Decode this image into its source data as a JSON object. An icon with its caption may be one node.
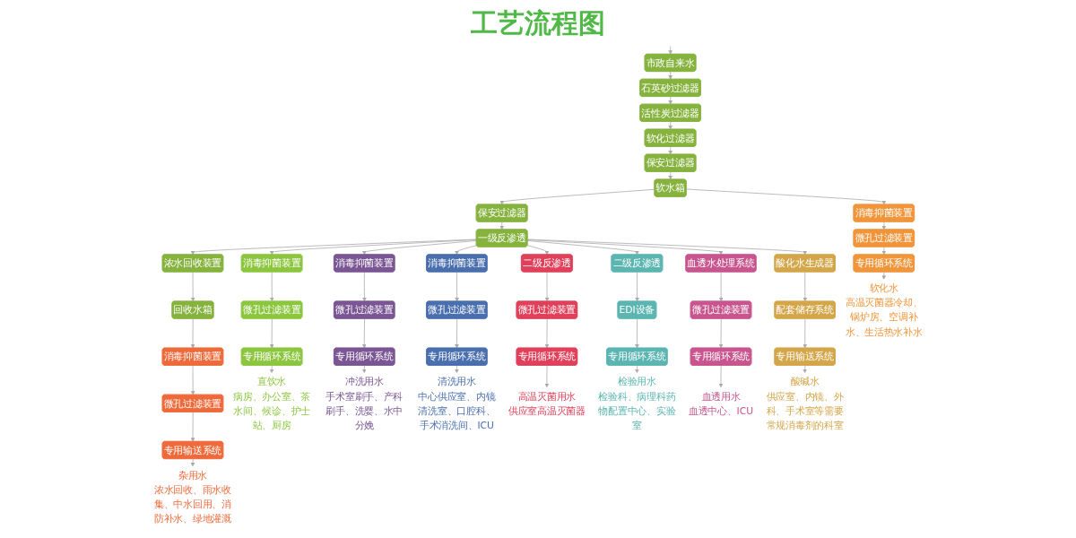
{
  "diagram": {
    "title": "工艺流程图",
    "nodes": [
      {
        "text": [
          "保安过滤器"
        ]
      },
      {
        "text": [
          "软化过滤器"
        ]
      },
      {
        "text": [
          "活性炭过滤器"
        ]
      },
      {
        "text": [
          "石英砂过滤器"
        ]
      },
      {
        "text": [
          "市政自来水"
        ]
      },
      {
        "text": [
          "软水箱"
        ]
      },
      {
        "text": [
          "保安过滤器"
        ]
      },
      {
        "text": [
          "一级反渗透"
        ]
      },
      {
        "text": [
          "浓水回收装置"
        ]
      },
      {
        "text": [
          "回收水箱"
        ]
      },
      {
        "text": [
          "消毒抑菌装置"
        ]
      },
      {
        "text": [
          "微孔过滤装置"
        ]
      },
      {
        "text": [
          "专用循环系统"
        ]
      },
      {
        "text": [
          "软化水",
          "高温灭菌器冷却、锅炉房、空调补水、生活热水补水"
        ]
      },
      {
        "text": [
          "消毒抑菌装置"
        ]
      },
      {
        "text": [
          "微孔过滤装置"
        ]
      },
      {
        "text": [
          "专用循环系统"
        ]
      },
      {
        "text": [
          "直饮水",
          "病房、办公室、茶水间、候诊、护士站、厨房"
        ]
      },
      {
        "text": [
          "消毒抑菌装置"
        ]
      },
      {
        "text": [
          "微孔过滤装置"
        ]
      },
      {
        "text": [
          "专用循环系统"
        ]
      },
      {
        "text": [
          "冲洗用水",
          "手术室刷手、产科刷手、洗婴、水中分娩"
        ]
      },
      {
        "text": [
          "消毒抑菌装置"
        ]
      },
      {
        "text": [
          "微孔过滤装置"
        ]
      },
      {
        "text": [
          "专用循环系统"
        ]
      },
      {
        "text": [
          "清洗用水",
          "中心供应室、内镜清洗室、口腔科、手术消洗间、ICU"
        ]
      },
      {
        "text": [
          "二级反渗透"
        ]
      },
      {
        "text": [
          "微孔过滤装置"
        ]
      },
      {
        "text": [
          "专用循环系统"
        ]
      },
      {
        "text": [
          "高温灭菌用水",
          "供应室高温灭菌器"
        ]
      },
      {
        "text": [
          "二级反渗透"
        ]
      },
      {
        "text": [
          "EDI设备"
        ]
      },
      {
        "text": [
          "专用循环系统"
        ]
      },
      {
        "text": [
          "检验用水",
          "检验科、病理科药物配置中心、实验室"
        ]
      },
      {
        "text": [
          "血透水处理系统"
        ]
      },
      {
        "text": [
          "微孔过滤装置"
        ]
      },
      {
        "text": [
          "专用循环系统"
        ]
      },
      {
        "text": [
          "血透用水",
          "血透中心、ICU"
        ]
      },
      {
        "text": [
          "酸化水生成器"
        ]
      },
      {
        "text": [
          "配套储存系统"
        ]
      },
      {
        "text": [
          "专用输送系统"
        ]
      },
      {
        "text": [
          "酸碱水",
          "供应室、内镜、外科、手术室等需要常规消毒剂的科室"
        ]
      },
      {
        "text": [
          "消毒抑菌装置"
        ]
      },
      {
        "text": [
          "微孔过滤装置"
        ]
      },
      {
        "text": [
          "专用输送系统"
        ]
      },
      {
        "text": [
          "杂用水",
          "浓水回收、雨水收集、中水回用、消防补水、绿地灌溉"
        ]
      }
    ],
    "edges": [
      {
        "from": null,
        "to": 4,
        "arrow": "to"
      },
      {
        "from": 4,
        "to": 3,
        "arrow": "to"
      },
      {
        "from": 3,
        "to": 2,
        "arrow": "to"
      },
      {
        "from": 2,
        "to": 1,
        "arrow": "to"
      },
      {
        "from": 1,
        "to": 0,
        "arrow": "to"
      },
      {
        "from": 0,
        "to": 5,
        "arrow": "to"
      },
      {
        "from": 5,
        "to": 6,
        "arrow": "to"
      },
      {
        "from": 6,
        "to": 7,
        "arrow": "to"
      },
      {
        "from": 7,
        "to": 8,
        "arrow": "to"
      },
      {
        "from": 8,
        "to": 9,
        "arrow": "to"
      },
      {
        "from": 5,
        "to": 10,
        "arrow": "to"
      },
      {
        "from": 7,
        "to": 14,
        "arrow": "to"
      },
      {
        "from": 7,
        "to": 18,
        "arrow": "to"
      },
      {
        "from": 7,
        "to": 22,
        "arrow": "to"
      },
      {
        "from": 7,
        "to": 26,
        "arrow": "to"
      },
      {
        "from": 7,
        "to": 30,
        "arrow": "to"
      },
      {
        "from": 7,
        "to": 34,
        "arrow": "to"
      },
      {
        "from": 7,
        "to": 38,
        "arrow": "to"
      },
      {
        "from": 9,
        "to": 42,
        "arrow": "to"
      },
      {
        "from": 10,
        "to": 11,
        "arrow": "to"
      },
      {
        "from": 11,
        "to": 12,
        "arrow": "to"
      },
      {
        "from": 12,
        "to": 13,
        "arrow": "to"
      },
      {
        "from": 14,
        "to": 15,
        "arrow": "to"
      },
      {
        "from": 15,
        "to": 16,
        "arrow": "to"
      },
      {
        "from": 16,
        "to": 17,
        "arrow": "to"
      },
      {
        "from": 18,
        "to": 19,
        "arrow": "to"
      },
      {
        "from": 19,
        "to": 20,
        "arrow": "to"
      },
      {
        "from": 20,
        "to": 21,
        "arrow": "to"
      },
      {
        "from": 22,
        "to": 23,
        "arrow": "to"
      },
      {
        "from": 23,
        "to": 24,
        "arrow": "to"
      },
      {
        "from": 24,
        "to": 25,
        "arrow": "to"
      },
      {
        "from": 26,
        "to": 27,
        "arrow": "to"
      },
      {
        "from": 27,
        "to": 28,
        "arrow": "to"
      },
      {
        "from": 28,
        "to": 29,
        "arrow": "to"
      },
      {
        "from": 30,
        "to": 31,
        "arrow": "to"
      },
      {
        "from": 31,
        "to": 32,
        "arrow": "to"
      },
      {
        "from": 32,
        "to": 33,
        "arrow": "to"
      },
      {
        "from": 34,
        "to": 35,
        "arrow": "to"
      },
      {
        "from": 35,
        "to": 36,
        "arrow": "to"
      },
      {
        "from": 36,
        "to": 37,
        "arrow": "to"
      },
      {
        "from": 38,
        "to": 39,
        "arrow": "to"
      },
      {
        "from": 39,
        "to": 40,
        "arrow": "to"
      },
      {
        "from": 40,
        "to": 41,
        "arrow": "to"
      },
      {
        "from": 42,
        "to": 43,
        "arrow": "to"
      },
      {
        "from": 43,
        "to": 44,
        "arrow": "to"
      },
      {
        "from": 44,
        "to": 45,
        "arrow": "to"
      }
    ]
  }
}
